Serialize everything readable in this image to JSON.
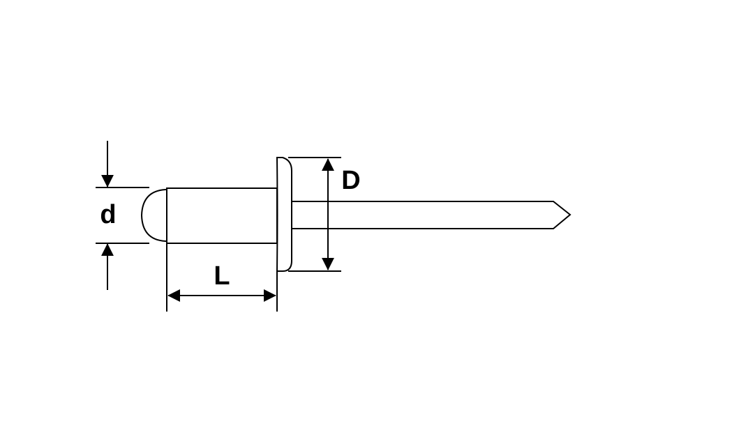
{
  "diagram": {
    "labels": {
      "shank_diameter": "d",
      "body_length": "L",
      "head_diameter": "D"
    },
    "colors": {
      "line": "#000000",
      "background": "#ffffff"
    }
  }
}
